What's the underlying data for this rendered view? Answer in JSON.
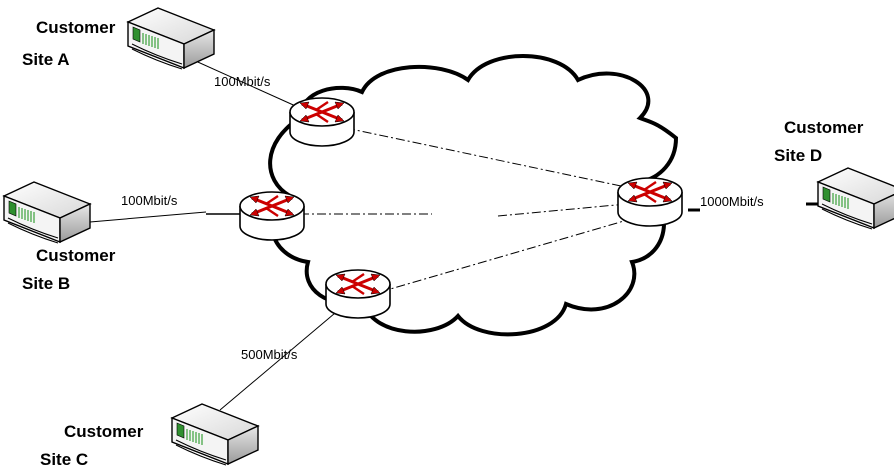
{
  "sites": {
    "a": {
      "line1": "Customer",
      "line2": "Site A"
    },
    "b": {
      "line1": "Customer",
      "line2": "Site B"
    },
    "c": {
      "line1": "Customer",
      "line2": "Site C"
    },
    "d": {
      "line1": "Customer",
      "line2": "Site D"
    }
  },
  "links": {
    "a": "100Mbit/s",
    "b": "100Mbit/s",
    "c": "500Mbit/s",
    "d": "1000Mbit/s"
  },
  "colors": {
    "router_arrow": "#cc0000",
    "device_screen": "#3a9a3a",
    "outline": "#000000"
  },
  "icons": [
    "network-cloud-icon",
    "router-icon",
    "customer-device-icon"
  ]
}
